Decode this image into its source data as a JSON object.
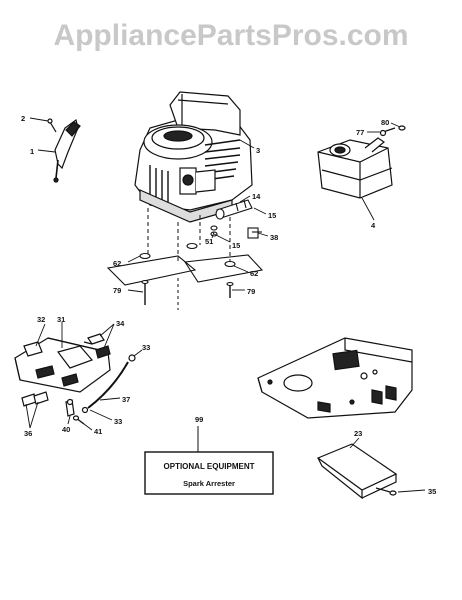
{
  "watermark": "AppliancePartsPros.com",
  "optional_box": {
    "title": "OPTIONAL EQUIPMENT",
    "subtitle": "Spark Arrester",
    "part_number": "99"
  },
  "callouts": {
    "c1": "1",
    "c2": "2",
    "c3": "3",
    "c4": "4",
    "c14": "14",
    "c15a": "15",
    "c15b": "15",
    "c23": "23",
    "c31": "31",
    "c32": "32",
    "c33a": "33",
    "c33b": "33",
    "c34": "34",
    "c35": "35",
    "c36": "36",
    "c37": "37",
    "c38": "38",
    "c40": "40",
    "c41": "41",
    "c51": "51",
    "c62a": "62",
    "c62b": "62",
    "c77": "77",
    "c79a": "79",
    "c79b": "79",
    "c80": "80"
  },
  "colors": {
    "line": "#111111",
    "watermark": "#c8c8c8",
    "background": "#ffffff"
  }
}
